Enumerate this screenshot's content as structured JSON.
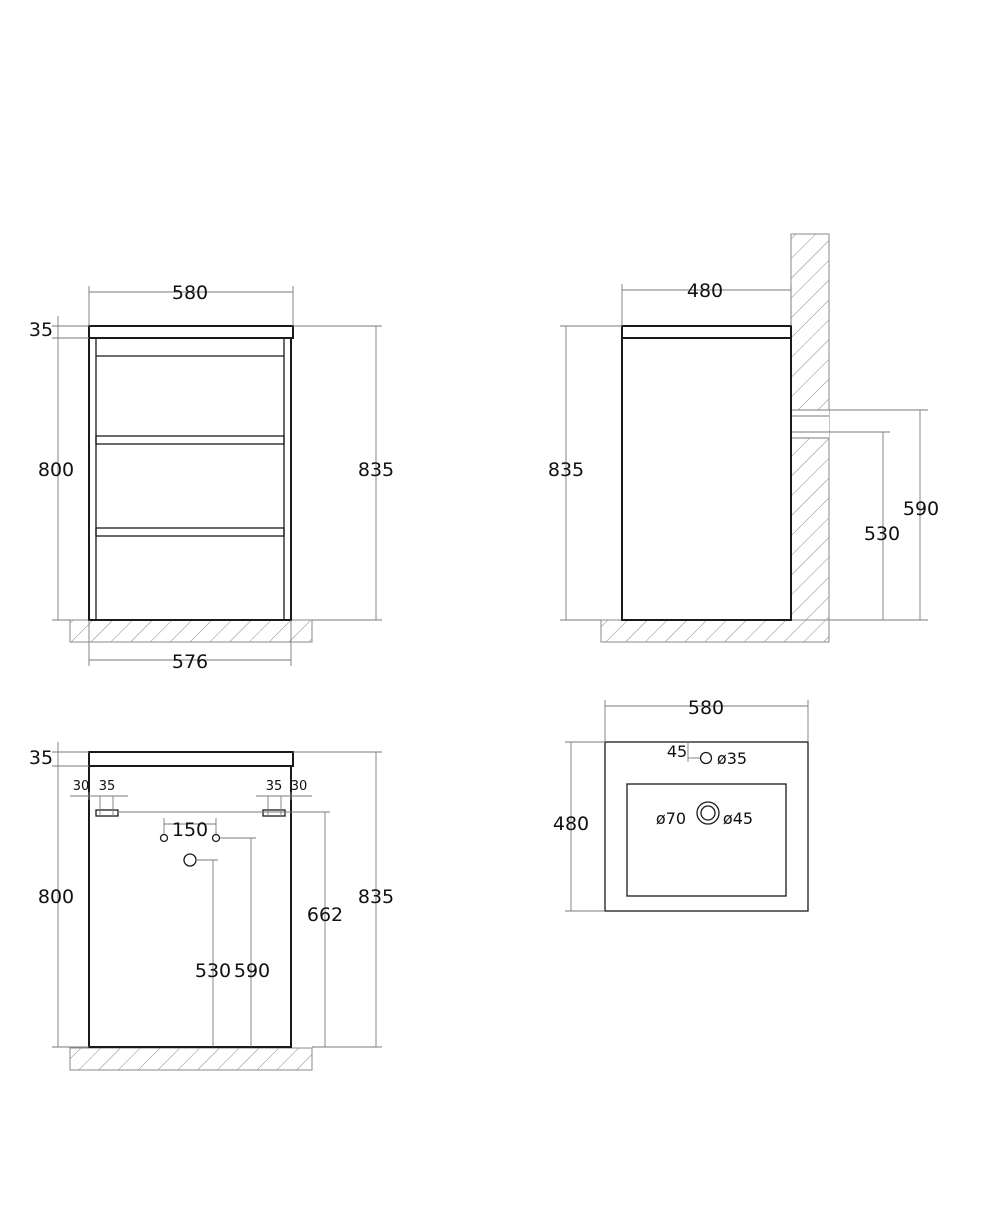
{
  "front_view": {
    "width_top": "580",
    "width_bottom": "576",
    "top_thickness": "35",
    "body_height": "800",
    "total_height": "835"
  },
  "side_view": {
    "depth": "480",
    "total_height": "835",
    "outlet_height_upper": "590",
    "outlet_height_lower": "530"
  },
  "back_view": {
    "top_thickness": "35",
    "body_height": "800",
    "total_height": "835",
    "left_offset": "30",
    "left_bracket": "35",
    "right_bracket": "35",
    "right_offset": "30",
    "inlet_spacing": "150",
    "bracket_height": "662",
    "drain_height": "530",
    "inlet_height": "590"
  },
  "top_view": {
    "width": "580",
    "depth": "480",
    "tap_offset": "45",
    "tap_hole": "ø35",
    "drain_outer": "ø70",
    "drain_inner": "ø45"
  }
}
